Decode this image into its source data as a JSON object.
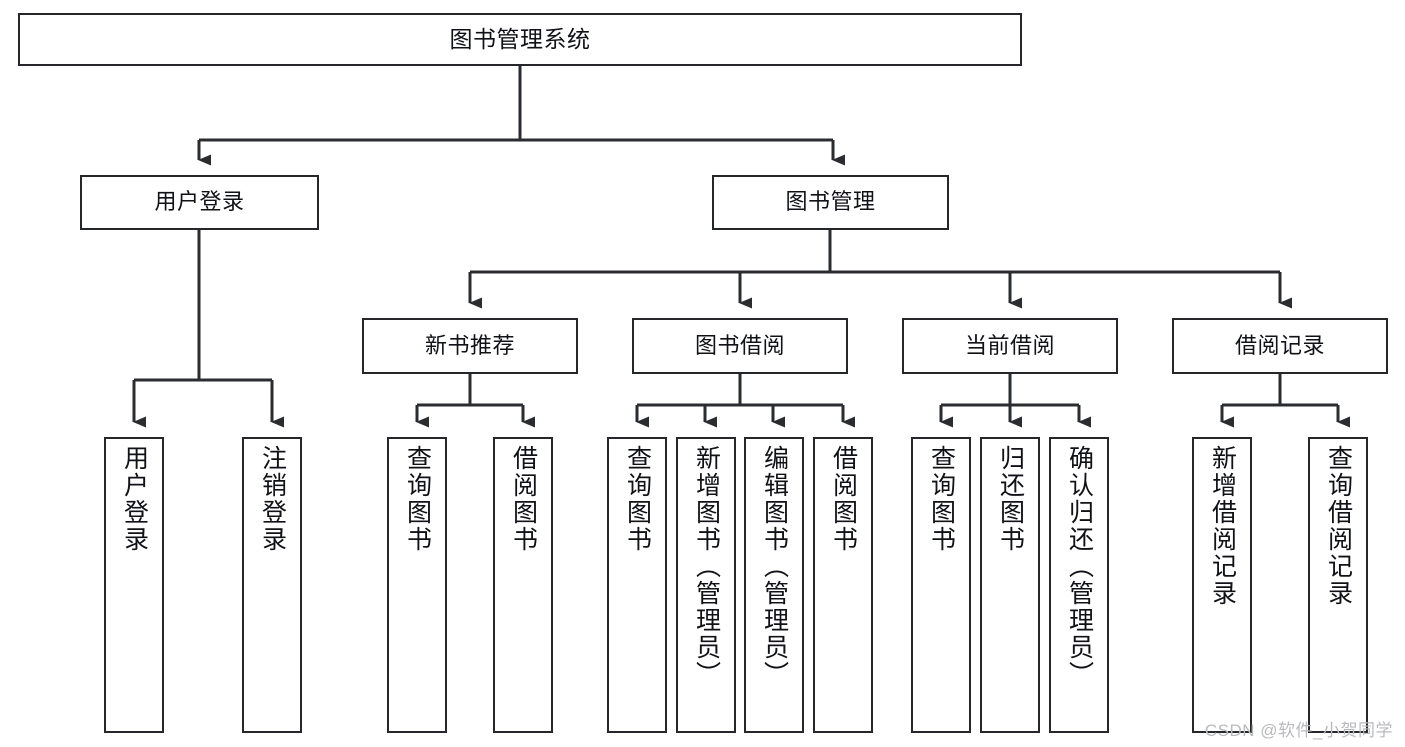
{
  "diagram": {
    "type": "tree-hierarchy-diagram",
    "title": "图书管理系统",
    "root": {
      "label": "图书管理系统"
    },
    "level1": [
      {
        "label": "用户登录"
      },
      {
        "label": "图书管理"
      }
    ],
    "level2": [
      {
        "label": "新书推荐"
      },
      {
        "label": "图书借阅"
      },
      {
        "label": "当前借阅"
      },
      {
        "label": "借阅记录"
      }
    ],
    "leaves": [
      {
        "label": "用户登录",
        "parent": "用户登录"
      },
      {
        "label": "注销登录",
        "parent": "用户登录"
      },
      {
        "label": "查询图书",
        "parent": "新书推荐"
      },
      {
        "label": "借阅图书",
        "parent": "新书推荐"
      },
      {
        "label": "查询图书",
        "parent": "图书借阅"
      },
      {
        "label": "新增图书（管理员）",
        "parent": "图书借阅"
      },
      {
        "label": "编辑图书（管理员）",
        "parent": "图书借阅"
      },
      {
        "label": "借阅图书",
        "parent": "图书借阅"
      },
      {
        "label": "查询图书",
        "parent": "当前借阅"
      },
      {
        "label": "归还图书",
        "parent": "当前借阅"
      },
      {
        "label": "确认归还（管理员）",
        "parent": "当前借阅"
      },
      {
        "label": "新增借阅记录",
        "parent": "借阅记录"
      },
      {
        "label": "查询借阅记录",
        "parent": "借阅记录"
      }
    ],
    "colors": {
      "box_border": "#26272b",
      "box_fill": "#ffffff",
      "connector": "#2b2c30",
      "text": "#111217",
      "watermark": "#b9babd"
    }
  },
  "watermark": {
    "text": "CSDN @软件_小贺同学"
  }
}
